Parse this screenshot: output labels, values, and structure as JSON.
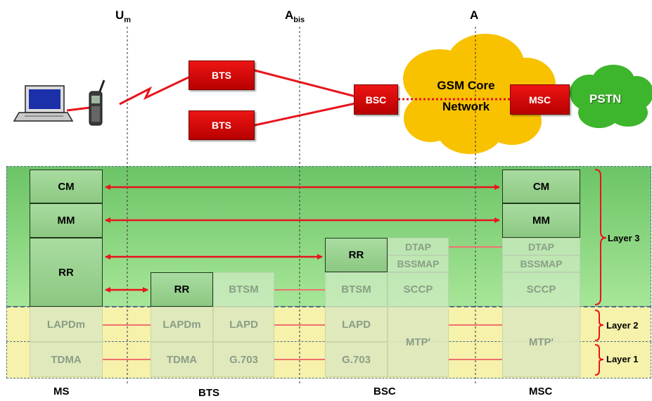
{
  "interfaces": {
    "um_main": "U",
    "um_sub": "m",
    "abis_main": "A",
    "abis_sub": "bis",
    "a": "A"
  },
  "network": {
    "bts_top": "BTS",
    "bts_bottom": "BTS",
    "bsc": "BSC",
    "msc": "MSC",
    "core_line1": "GSM Core",
    "core_line2": "Network",
    "pstn": "PSTN"
  },
  "stack": {
    "ms": {
      "cm": "CM",
      "mm": "MM",
      "rr": "RR",
      "lapdm": "LAPDm",
      "tdma": "TDMA"
    },
    "bts": {
      "rr": "RR",
      "btsm": "BTSM",
      "lapdm": "LAPDm",
      "lapd": "LAPD",
      "tdma": "TDMA",
      "g703": "G.703"
    },
    "bsc": {
      "rr": "RR",
      "dtap": "DTAP",
      "bssmap": "BSSMAP",
      "btsm": "BTSM",
      "sccp": "SCCP",
      "lapd": "LAPD",
      "mtp": "MTP'",
      "g703": "G.703"
    },
    "msc": {
      "cm": "CM",
      "mm": "MM",
      "dtap": "DTAP",
      "bssmap": "BSSMAP",
      "sccp": "SCCP",
      "mtp": "MTP'"
    }
  },
  "layers": {
    "l3": "Layer 3",
    "l2": "Layer 2",
    "l1": "Layer 1"
  },
  "nodes": {
    "ms": "MS",
    "bts": "BTS",
    "bsc": "BSC",
    "msc": "MSC"
  },
  "colors": {
    "red": "#e8141c",
    "green": "#6cc467",
    "yellow": "#f5f0a8",
    "cloud": "#f8c200",
    "pstn": "#3db52c"
  }
}
